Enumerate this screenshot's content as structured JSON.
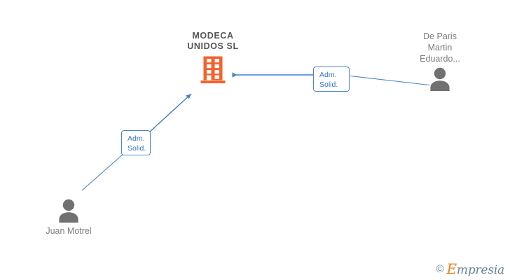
{
  "diagram": {
    "title": "MODECA UNIDOS SL corporate relations chart",
    "background_color": "#ffffff",
    "company": {
      "name": "MODECA\nUNIDOS  SL",
      "icon": "office-building-icon",
      "icon_color": "#f4622c",
      "label_color": "#565656"
    },
    "persons": [
      {
        "id": "person-right",
        "name": "De Paris\nMartin\nEduardo...",
        "icon": "person-icon",
        "icon_color": "#717171",
        "label_color": "#7d7d7d",
        "label_position": "above"
      },
      {
        "id": "person-left",
        "name": "Juan Motrel",
        "icon": "person-icon",
        "icon_color": "#717171",
        "label_color": "#7d7d7d",
        "label_position": "below"
      }
    ],
    "edges": [
      {
        "id": "edge-right",
        "from": "person-right",
        "to": "company",
        "label": "Adm.\nSolid.",
        "line_color": "#4a86c8",
        "label_border_color": "#4a86c8",
        "label_text_color": "#3b76c4",
        "arrow_direction": "left"
      },
      {
        "id": "edge-left",
        "from": "person-left",
        "to": "company",
        "label": "Adm.\nSolid.",
        "line_color": "#4a86c8",
        "label_border_color": "#4a86c8",
        "label_text_color": "#3b76c4",
        "arrow_direction": "up-right"
      }
    ],
    "watermark": {
      "copyright": "©",
      "brand_initial": "E",
      "brand_rest": "mpresia",
      "accent_color": "#ef7f1a",
      "text_color": "#6b8196"
    }
  }
}
